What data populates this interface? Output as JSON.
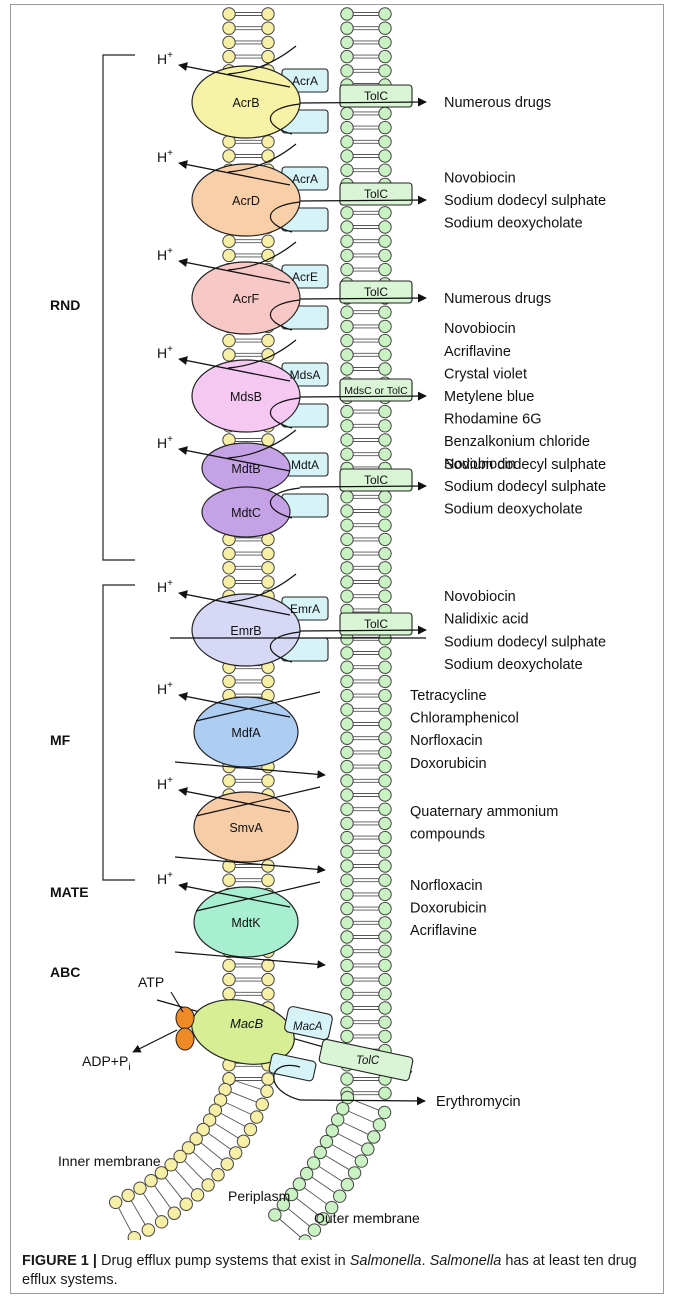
{
  "families": [
    {
      "name": "RND",
      "bracket": [
        55,
        560
      ]
    },
    {
      "name": "MF",
      "bracket": [
        585,
        880
      ]
    },
    {
      "name": "MATE",
      "bracket": null
    },
    {
      "name": "ABC",
      "bracket": null
    }
  ],
  "proton_label": "H",
  "proton_sup": "+",
  "pumps": [
    {
      "family": "RND",
      "name": "AcrB",
      "color": "#f7f3a6",
      "adaptor": "AcrA",
      "outer": "TolC",
      "substrates": [
        "Numerous drugs"
      ]
    },
    {
      "family": "RND",
      "name": "AcrD",
      "color": "#f9cfa8",
      "adaptor": "AcrA",
      "outer": "TolC",
      "substrates": [
        "Novobiocin",
        "Sodium dodecyl sulphate",
        "Sodium deoxycholate"
      ]
    },
    {
      "family": "RND",
      "name": "AcrF",
      "color": "#f7c8c5",
      "adaptor": "AcrE",
      "outer": "TolC",
      "substrates": [
        "Numerous drugs"
      ]
    },
    {
      "family": "RND",
      "name": "MdsB",
      "color": "#f5c8f2",
      "adaptor": "MdsA",
      "outer": "MdsC or TolC",
      "substrates": [
        "Novobiocin",
        "Acriflavine",
        "Crystal violet",
        "Metylene blue",
        "Rhodamine 6G",
        "Benzalkonium chloride",
        "Sodium dodecyl sulphate"
      ]
    },
    {
      "family": "RND",
      "name": "MdtB",
      "name2": "MdtC",
      "color": "#c5a2e6",
      "adaptor": "MdtA",
      "outer": "TolC",
      "substrates": [
        "Novobiocin",
        "Sodium dodecyl sulphate",
        "Sodium deoxycholate"
      ]
    },
    {
      "family": "MF",
      "name": "EmrB",
      "color": "#d6d8f5",
      "adaptor": "EmrA",
      "outer": "TolC",
      "substrates": [
        "Novobiocin",
        "Nalidixic acid",
        "Sodium dodecyl sulphate",
        "Sodium deoxycholate"
      ]
    },
    {
      "family": "MF",
      "name": "MdfA",
      "color": "#aecdf3",
      "substrates": [
        "Tetracycline",
        "Chloramphenicol",
        "Norfloxacin",
        "Doxorubicin"
      ]
    },
    {
      "family": "MF",
      "name": "SmvA",
      "color": "#f7cda8",
      "substrates": [
        "Quaternary ammonium",
        "compounds"
      ]
    },
    {
      "family": "MATE",
      "name": "MdtK",
      "color": "#a8efd2",
      "substrates": [
        "Norfloxacin",
        "Doxorubicin",
        "Acriflavine"
      ]
    },
    {
      "family": "ABC",
      "name": "MacB",
      "color": "#d7ee94",
      "adaptor": "MacA",
      "outer": "TolC",
      "substrates": [
        "Erythromycin"
      ]
    }
  ],
  "abc_labels": {
    "atp": "ATP",
    "adp": "ADP+P",
    "adp_sub": "i"
  },
  "membrane_labels": {
    "inner": "Inner membrane",
    "periplasm": "Periplasm",
    "outer": "Outer membrane"
  },
  "colors": {
    "inner_membrane": "#f8efa6",
    "outer_membrane": "#c9f3c2",
    "tolc": "#d9f5d6",
    "adaptor": "#d6f4f8",
    "atp_site": "#f08a24"
  },
  "caption": {
    "label": "FIGURE 1 |",
    "parts": [
      {
        "t": " Drug efflux pump systems that exist in "
      },
      {
        "t": "Salmonella",
        "i": true
      },
      {
        "t": ". "
      },
      {
        "t": "Salmonella",
        "i": true
      },
      {
        "t": " has at least ten drug efflux systems."
      }
    ]
  }
}
